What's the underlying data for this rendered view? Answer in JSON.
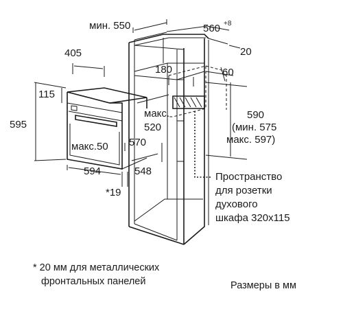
{
  "labels": {
    "min_550": "мин. 550",
    "w_560": "560",
    "w_560_sup": "+8",
    "d_20": "20",
    "d_405": "405",
    "h_180": "180",
    "d_60": "60",
    "h_115": "115",
    "h_595": "595",
    "max_520_a": "макс.",
    "max_520_b": "520",
    "h_590": "590",
    "h_590_min": "(мин. 575",
    "h_590_max": "макс. 597)",
    "max_50": "макс.50",
    "d_570": "570",
    "w_594": "594",
    "d_548": "548",
    "note_19": "*19",
    "socket_1": "Пространство",
    "socket_2": "для розетки",
    "socket_3": "духового",
    "socket_4": "шкафа 320x115",
    "footnote_1": "* 20 мм для металлических",
    "footnote_2": "фронтальных панелей",
    "units": "Размеры в мм"
  }
}
